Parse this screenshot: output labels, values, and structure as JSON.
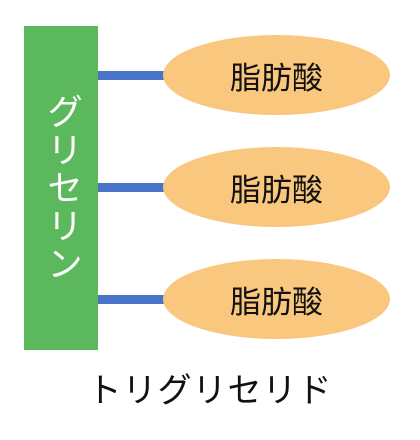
{
  "glycerol": {
    "label": "グリセリン",
    "color": "#5cb85c"
  },
  "fatty_acids": [
    {
      "label": "脂肪酸"
    },
    {
      "label": "脂肪酸"
    },
    {
      "label": "脂肪酸"
    }
  ],
  "bond_color": "#4a74c9",
  "fatty_acid_color": "#f9c77e",
  "caption": "トリグリセリド"
}
